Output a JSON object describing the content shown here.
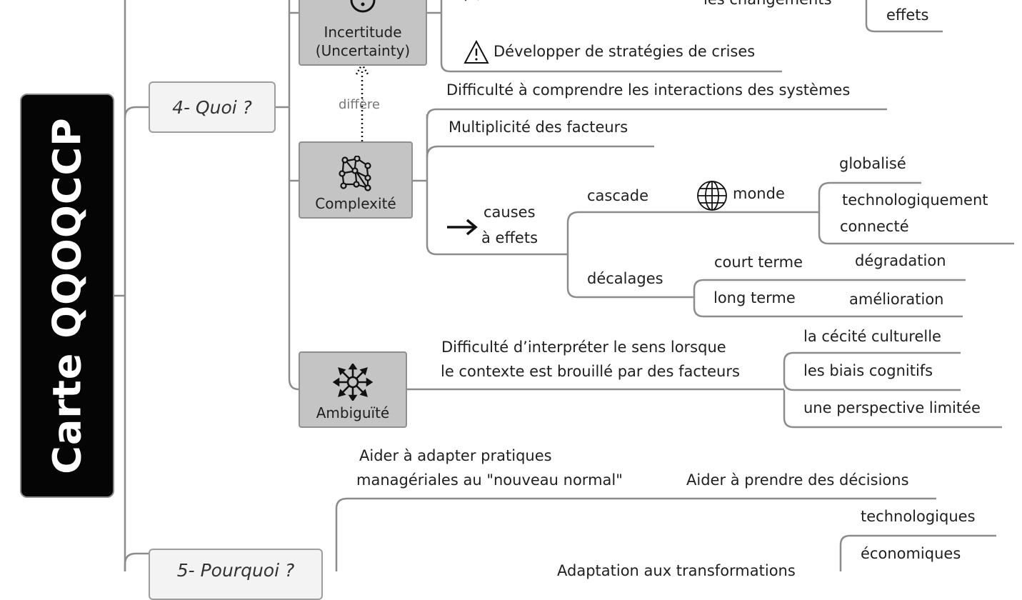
{
  "title": "Carte QQOQCCP",
  "questions": {
    "quoi": "4- Quoi ?",
    "pourquoi": "5- Pourquoi ?"
  },
  "categories": {
    "incertitude_line1": "Incertitude",
    "incertitude_line2": "(Uncertainty)",
    "complexite": "Complexité",
    "ambiguite": "Ambiguïté"
  },
  "relation_label": "diffère",
  "incertitude": {
    "top_partial_right": "les changements",
    "effets": "effets",
    "strategies": "Développer de stratégies de crises"
  },
  "complexite": {
    "difficulte": "Difficulté à comprendre les interactions des systèmes",
    "multiplicite": "Multiplicité des facteurs",
    "causes_line1": "causes",
    "causes_line2": "à effets",
    "cascade": "cascade",
    "monde": "monde",
    "globalise": "globalisé",
    "techno_line1": "technologiquement",
    "techno_line2": "connecté",
    "decalages": "décalages",
    "court_terme": "court terme",
    "long_terme": "long terme",
    "degradation": "dégradation",
    "amelioration": "amélioration"
  },
  "ambiguite": {
    "difficulte_line1": "Difficulté d’interpréter le sens lorsque",
    "difficulte_line2": "le contexte est brouillé par des facteurs",
    "cecite": "la cécité culturelle",
    "biais": "les biais cognitifs",
    "perspective": "une perspective limitée"
  },
  "pourquoi": {
    "adapter_line1": "Aider à adapter pratiques",
    "adapter_line2": "managériales au \"nouveau normal\"",
    "decisions": "Aider à prendre des décisions",
    "technologiques": "technologiques",
    "economiques": "économiques",
    "adaptation_partial": "Adaptation aux transformations"
  },
  "colors": {
    "line": "#8c8c8c",
    "title_bg": "#050505",
    "category_bg": "#c4c4c4",
    "question_bg": "#f3f3f3"
  },
  "icons": [
    "warning-icon",
    "network-icon",
    "globe-icon",
    "arrow-right-icon",
    "compass-arrows-icon"
  ]
}
